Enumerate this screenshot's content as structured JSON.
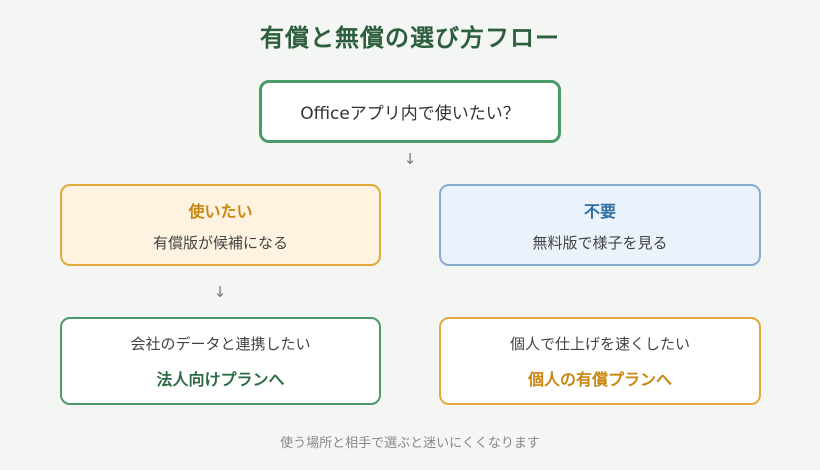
{
  "title": "有償と無償の選び方フロー",
  "question": "Officeアプリ内で使いたい？",
  "arrow_glyph": "↓",
  "yes": {
    "head": "使いたい",
    "sub": "有償版が候補になる"
  },
  "no": {
    "head": "不要",
    "sub": "無料版で様子を見る"
  },
  "corporate": {
    "text": "会社のデータと連携したい",
    "result": "法人向けプランへ"
  },
  "personal": {
    "text": "個人で仕上げを速くしたい",
    "result": "個人の有償プランへ"
  },
  "footer": "使う場所と相手で選ぶと迷いにくくなります",
  "colors": {
    "green": "#4a9a6a",
    "orange": "#e2a93c",
    "blue": "#86acd2",
    "title": "#2d5e3e"
  }
}
